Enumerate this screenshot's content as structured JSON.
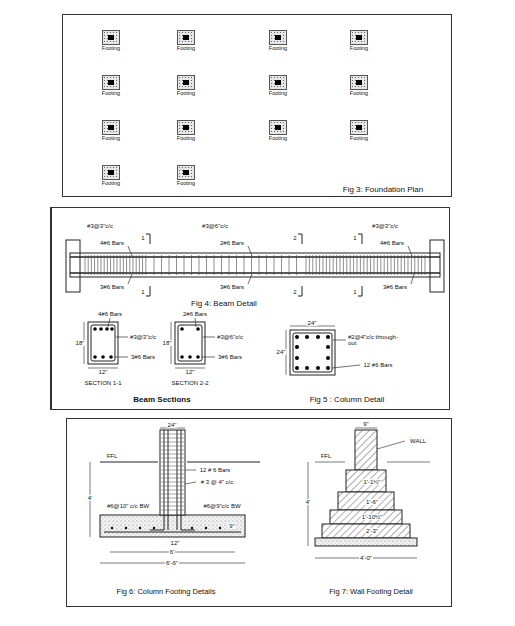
{
  "diagram": {
    "nodes": [
      {
        "text": [
          "Fig 3: Foundation Plan"
        ]
      },
      {
        "text": [
          "Footing"
        ],
        "in": 0
      },
      {
        "text": [
          "Footing"
        ],
        "in": 0
      },
      {
        "text": [
          "Footing"
        ],
        "in": 0
      },
      {
        "text": [
          "Footing"
        ],
        "in": 0
      },
      {
        "text": [
          "Footing"
        ],
        "in": 0
      },
      {
        "text": [
          "Footing"
        ],
        "in": 0
      },
      {
        "text": [
          "Footing"
        ],
        "in": 0
      },
      {
        "text": [
          "Footing"
        ],
        "in": 0
      },
      {
        "text": [
          "Footing"
        ],
        "in": 0
      },
      {
        "text": [
          "Footing"
        ],
        "in": 0
      },
      {
        "text": [
          "Footing"
        ],
        "in": 0
      },
      {
        "text": [
          "Footing"
        ],
        "in": 0
      },
      {
        "text": [
          "Footing"
        ],
        "in": 0
      },
      {
        "text": [
          "Footing"
        ],
        "in": 0
      },
      {
        "text": [
          "Fig 4: Beam Detail",
          "Beam Sections",
          "Fig 5 : Column Detail"
        ]
      },
      {
        "text": [
          "Fig 6: Column Footing Details",
          "Fig 7: Wall Footing Detail"
        ]
      }
    ],
    "labels": [
      "1",
      "1",
      "2",
      "2",
      "1",
      "1",
      "#3@3\"c/c",
      "4#6 Bars",
      "3#6 Bars",
      "#3@6\"c/c",
      "2#6 Bars",
      "3#6 Bars",
      "#3@3\"c/c",
      "4#6 Bars",
      "3#6 Bars",
      "4#6 Bars",
      "#3@3\"c/c",
      "3#6 Bars",
      "18\"",
      "12\"",
      "SECTION 1-1",
      "2#6 Bars",
      "#3@6\"c/c",
      "3#6 Bars",
      "18\"",
      "12\"",
      "SECTION 2-2",
      "24\"",
      "24\"",
      "#2@4\"c/c through-out",
      "12 #6 Bars",
      "24\"",
      "12 # 6 Bars",
      "# 3 @ 4\" c/c",
      "FFL",
      "#6@10\" c/c BW",
      "#6@9\"c/c BW",
      "9\"",
      "12\"",
      "6'",
      "6'-6\"",
      "4'",
      "9\"",
      "WALL",
      "FFL",
      "1'-1½\"",
      "1'-6\"",
      "1'-10½\"",
      "2'-3\"",
      "4'-0\"",
      "4'"
    ]
  }
}
